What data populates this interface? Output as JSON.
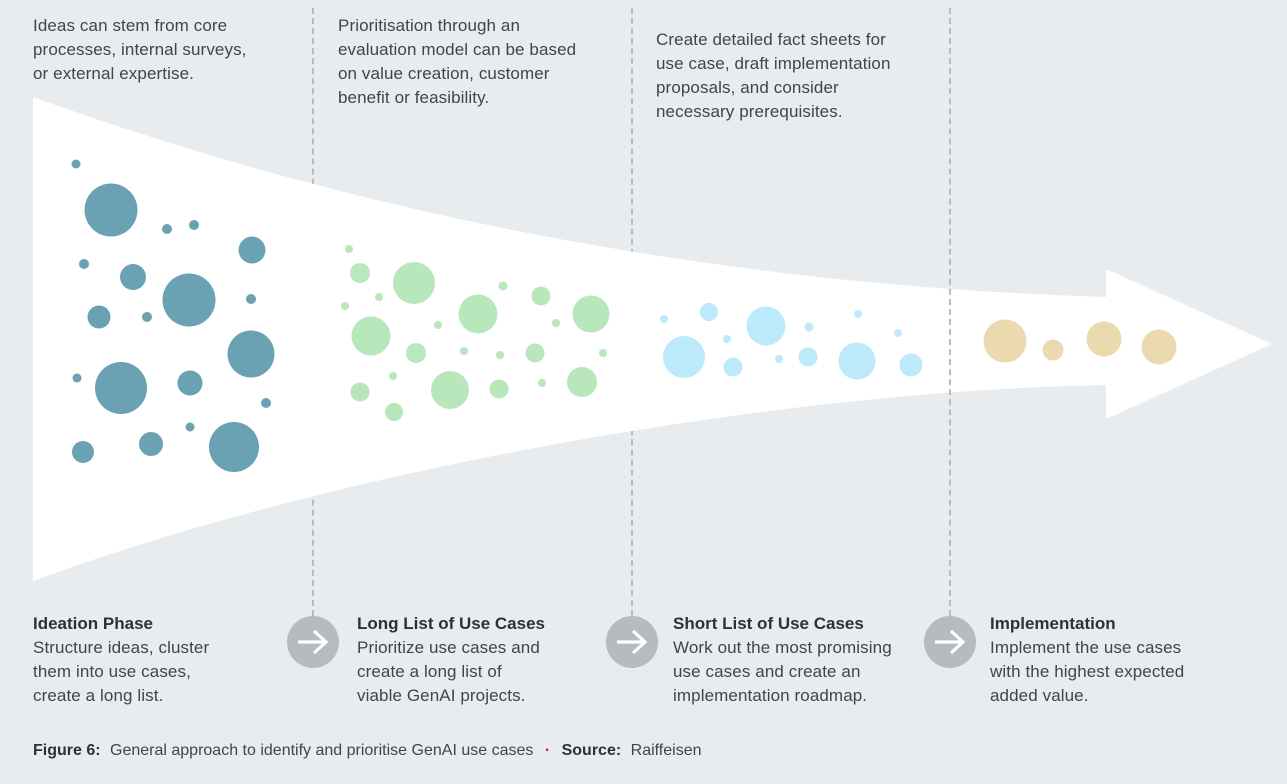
{
  "colors": {
    "background": "#e8ecef",
    "funnel": "#ffffff",
    "divider": "#b6bcc1",
    "circle": "#b5bbbf",
    "arrow_glyph": "#ffffff",
    "text": "#3e4649",
    "heading": "#2b3336",
    "accent_red": "#d2232e"
  },
  "phases": [
    {
      "id": "ideation",
      "note": "Ideas can stem from core\nprocesses, internal surveys,\nor external expertise.",
      "title": "Ideation Phase",
      "description": "Structure ideas, cluster\nthem into use cases,\ncreate a long list.",
      "bubble_color": "#6ba2b3",
      "bubbles": [
        [
          76,
          164,
          9
        ],
        [
          111,
          210,
          53
        ],
        [
          167,
          229,
          10
        ],
        [
          194,
          225,
          10
        ],
        [
          252,
          250,
          27
        ],
        [
          84,
          264,
          10
        ],
        [
          133,
          277,
          26
        ],
        [
          189,
          300,
          53
        ],
        [
          251,
          299,
          10
        ],
        [
          99,
          317,
          23
        ],
        [
          147,
          317,
          10
        ],
        [
          251,
          354,
          47
        ],
        [
          77,
          378,
          9
        ],
        [
          121,
          388,
          52
        ],
        [
          190,
          383,
          25
        ],
        [
          266,
          403,
          10
        ],
        [
          190,
          427,
          9
        ],
        [
          151,
          444,
          24
        ],
        [
          83,
          452,
          22
        ],
        [
          234,
          447,
          50
        ]
      ]
    },
    {
      "id": "long-list",
      "note": "Prioritisation through an\nevaluation model can be based\non value creation, customer\nbenefit or feasibility.",
      "title": "Long List of Use Cases",
      "description": "Prioritize use cases and\ncreate a long list of\nviable GenAI projects.",
      "bubble_color": "#b7e7ba",
      "bubbles": [
        [
          349,
          249,
          8
        ],
        [
          360,
          273,
          20
        ],
        [
          414,
          283,
          42
        ],
        [
          379,
          297,
          8
        ],
        [
          345,
          306,
          8
        ],
        [
          503,
          286,
          9
        ],
        [
          541,
          296,
          19
        ],
        [
          478,
          314,
          39
        ],
        [
          591,
          314,
          37
        ],
        [
          556,
          323,
          8
        ],
        [
          371,
          336,
          39
        ],
        [
          438,
          325,
          8
        ],
        [
          416,
          353,
          20
        ],
        [
          464,
          351,
          8
        ],
        [
          500,
          355,
          8
        ],
        [
          535,
          353,
          19
        ],
        [
          603,
          353,
          8
        ],
        [
          393,
          376,
          8
        ],
        [
          360,
          392,
          19
        ],
        [
          450,
          390,
          38
        ],
        [
          499,
          389,
          19
        ],
        [
          542,
          383,
          8
        ],
        [
          582,
          382,
          30
        ],
        [
          394,
          412,
          18
        ]
      ]
    },
    {
      "id": "short-list",
      "note": "Create detailed fact sheets for\nuse case, draft implementation\nproposals, and consider\nnecessary prerequisites.",
      "title": "Short List of Use Cases",
      "description": "Work out the most promising\nuse cases and create an\nimplementation roadmap.",
      "bubble_color": "#bdeafb",
      "bubbles": [
        [
          664,
          319,
          8
        ],
        [
          709,
          312,
          18
        ],
        [
          684,
          357,
          42
        ],
        [
          727,
          339,
          8
        ],
        [
          733,
          367,
          19
        ],
        [
          766,
          326,
          39
        ],
        [
          779,
          359,
          8
        ],
        [
          809,
          327,
          9
        ],
        [
          808,
          357,
          19
        ],
        [
          858,
          314,
          8
        ],
        [
          857,
          361,
          37
        ],
        [
          898,
          333,
          8
        ],
        [
          911,
          365,
          23
        ]
      ]
    },
    {
      "id": "implementation",
      "note": "",
      "title": "Implementation",
      "description": "Implement the use cases\nwith the highest expected\nadded value.",
      "bubble_color": "#ebdab0",
      "bubbles": [
        [
          1005,
          341,
          43
        ],
        [
          1053,
          350,
          21
        ],
        [
          1104,
          339,
          35
        ],
        [
          1159,
          347,
          35
        ]
      ]
    }
  ],
  "caption": {
    "figure_label": "Figure 6:",
    "figure_text": "General approach to identify and prioritise GenAI use cases",
    "separator": "·",
    "source_label": "Source:",
    "source_text": "Raiffeisen"
  }
}
